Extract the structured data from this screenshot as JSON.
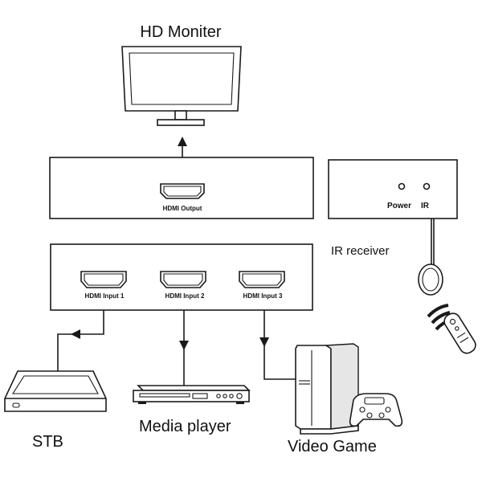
{
  "labels": {
    "monitor": "HD Moniter",
    "hdmi_output": "HDMI Output",
    "power": "Power",
    "ir": "IR",
    "ir_receiver": "IR receiver",
    "hdmi_input_1": "HDMI Input 1",
    "hdmi_input_2": "HDMI Input 2",
    "hdmi_input_3": "HDMI Input 3",
    "stb": "STB",
    "media_player": "Media player",
    "video_game": "Video Game"
  },
  "icons": {
    "monitor": "monitor-icon",
    "stb": "set-top-box-icon",
    "media_player": "dvd-player-icon",
    "video_game": "game-console-icon",
    "gamepad": "gamepad-icon",
    "remote": "remote-control-icon",
    "ir_sensor": "ir-sensor-icon"
  },
  "colors": {
    "line": "#1a1a1a",
    "background": "#ffffff"
  }
}
